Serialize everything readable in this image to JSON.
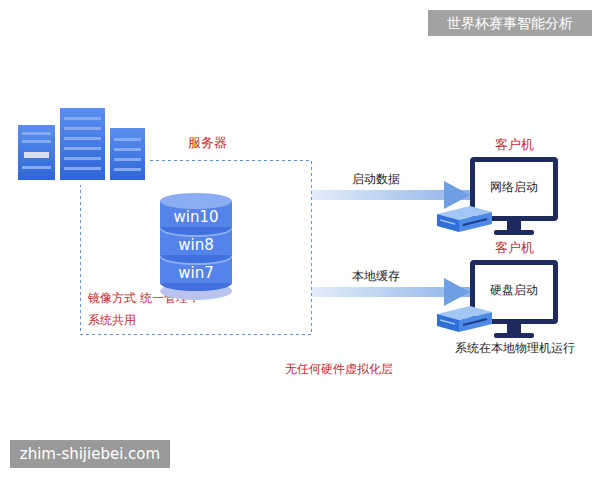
{
  "diagram": {
    "nodes": [
      {
        "text": [
          "服务器",
          "镜像方式 统一管理，系统共用"
        ]
      },
      {
        "text": [
          "win10",
          "win8",
          "win7"
        ],
        "in": 0
      },
      {
        "text": [
          "客户机",
          "网络启动"
        ]
      },
      {
        "text": [
          "客户机",
          "硬盘启动"
        ]
      }
    ],
    "edges": [
      {
        "from": 0,
        "to": 2,
        "arrow": "to",
        "label": "启动数据"
      },
      {
        "from": 0,
        "to": 3,
        "arrow": "to",
        "label": "本地缓存"
      }
    ],
    "labels": [
      "世界杯赛事智能分析",
      "zhim-shijiebei.com",
      "系统在本地物理机运行",
      "无任何硬件虚拟化层"
    ]
  }
}
